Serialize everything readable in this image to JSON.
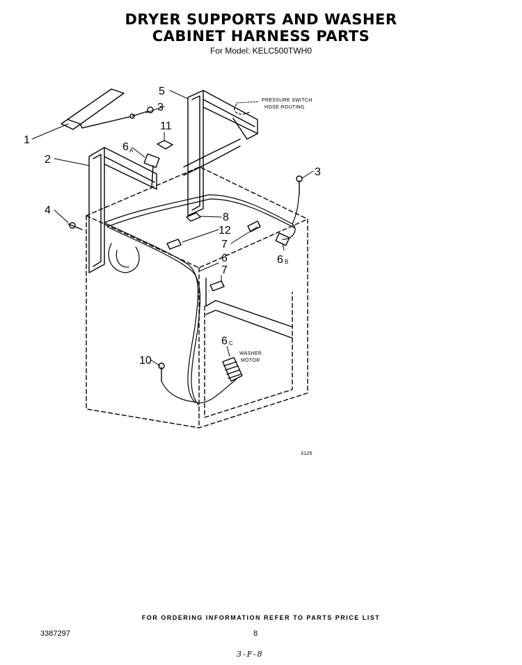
{
  "header": {
    "title_line1": "DRYER SUPPORTS AND WASHER",
    "title_line2": "CABINET HARNESS PARTS",
    "model": "For Model: KELC500TWH0"
  },
  "diagram": {
    "figure_number": "3126",
    "notes": {
      "pressure_switch_line1": "PRESSURE SWITCH",
      "pressure_switch_line2": "HOSE ROUTING",
      "washer_motor_line1": "WASHER",
      "washer_motor_line2": "MOTOR"
    },
    "callouts": {
      "c1": "1",
      "c2": "2",
      "c3a": "3",
      "c3b": "3",
      "c4": "4",
      "c5": "5",
      "c6": "6",
      "c6a": "6",
      "c6a_sub": "A",
      "c6b": "6",
      "c6b_sub": "B",
      "c6c": "6",
      "c6c_sub": "C",
      "c7a": "7",
      "c7b": "7",
      "c8": "8",
      "c10": "10",
      "c11": "11",
      "c12": "12"
    }
  },
  "footer": {
    "ordering_info": "FOR ORDERING INFORMATION REFER TO PARTS PRICE LIST",
    "doc_number": "3387297",
    "page_number": "8",
    "revision": "3-F-8"
  }
}
